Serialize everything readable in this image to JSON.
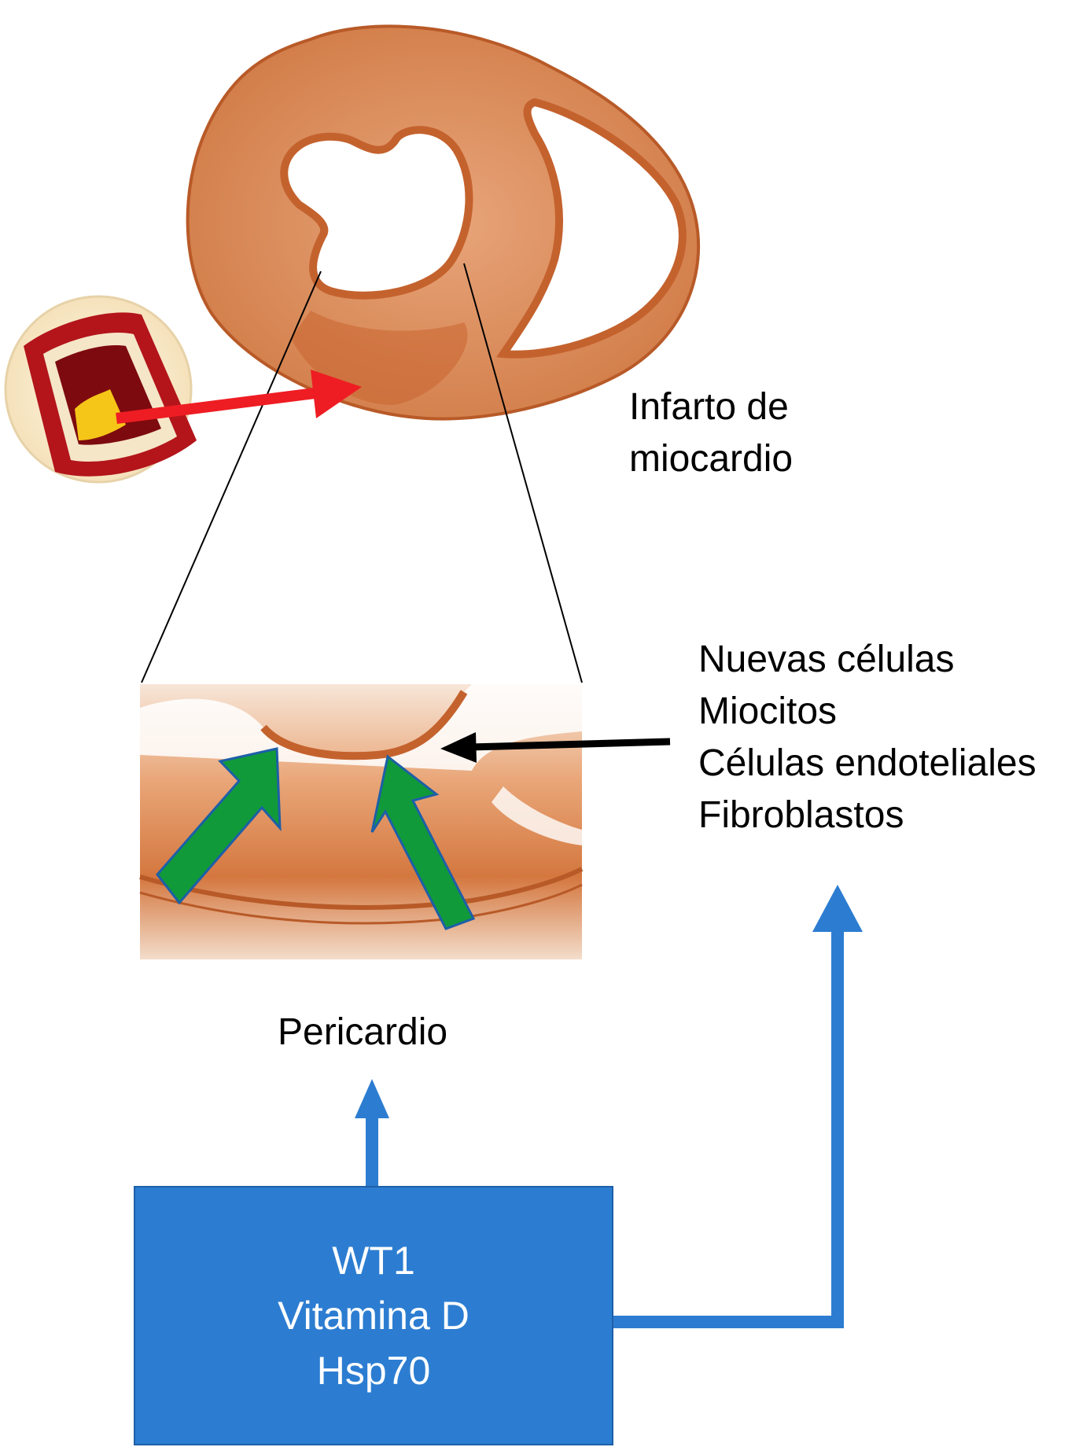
{
  "labels": {
    "infarction_line1": "Infarto de",
    "infarction_line2": "miocardio",
    "new_cells": [
      "Nuevas células",
      "Miocitos",
      "Células endoteliales",
      "Fibroblastos"
    ],
    "pericardium": "Pericardio"
  },
  "factors_box": {
    "lines": [
      "WT1",
      "Vitamina D",
      "Hsp70"
    ]
  },
  "colors": {
    "tissue": "#d98a5c",
    "tissue_dark": "#c4622e",
    "box_blue": "#2c7dd1",
    "arrow_blue": "#2c7dd1",
    "arrow_red": "#ee1d23",
    "arrow_green": "#119a3a",
    "vessel_red": "#b3151b",
    "plaque_yellow": "#f5c518"
  },
  "icons": [
    "blocked-artery-icon",
    "heart-section-image",
    "zoomed-tissue-image"
  ]
}
